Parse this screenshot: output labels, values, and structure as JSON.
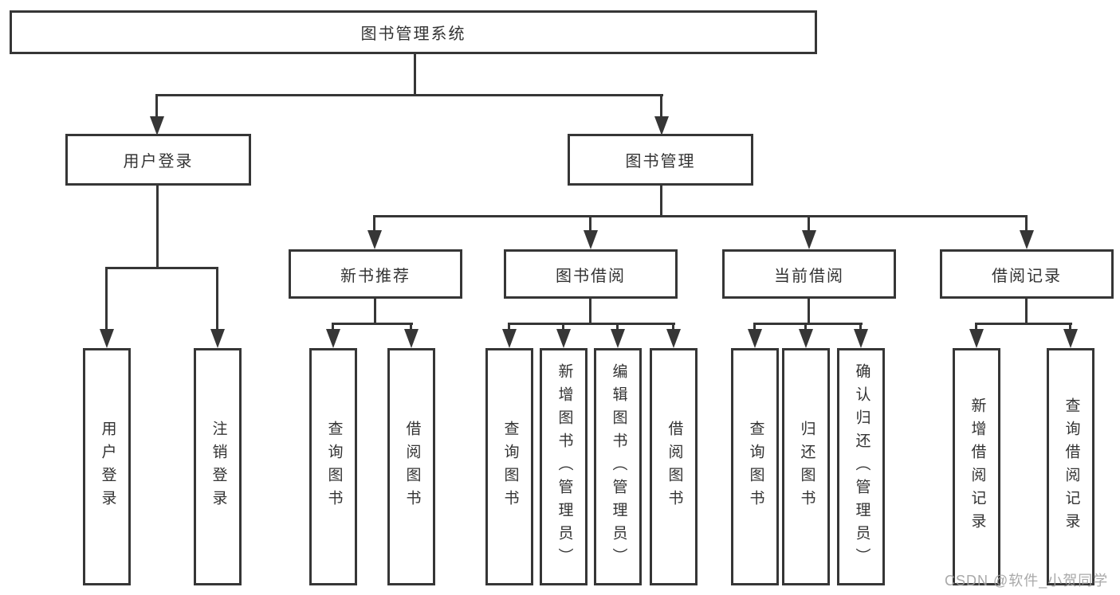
{
  "diagram": {
    "root_label": "图书管理系统",
    "nodes": {
      "user_login": "用户登录",
      "book_mgmt": "图书管理",
      "new_books": "新书推荐",
      "book_borrow": "图书借阅",
      "current_borrow": "当前借阅",
      "borrow_records": "借阅记录"
    },
    "leaves": {
      "login": "用户登录",
      "logout": "注销登录",
      "nb_query": "查询图书",
      "nb_borrow": "借阅图书",
      "bb_query": "查询图书",
      "bb_add": "新增图书（管理员）",
      "bb_edit": "编辑图书（管理员）",
      "bb_borrow": "借阅图书",
      "cb_query": "查询图书",
      "cb_return": "归还图书",
      "cb_confirm": "确认归还（管理员）",
      "br_add": "新增借阅记录",
      "br_query": "查询借阅记录"
    }
  },
  "watermark": "CSDN @软件_小贺同学",
  "colors": {
    "line": "#363636",
    "text": "#333333",
    "watermark": "#a0a0a0",
    "background": "#ffffff"
  }
}
